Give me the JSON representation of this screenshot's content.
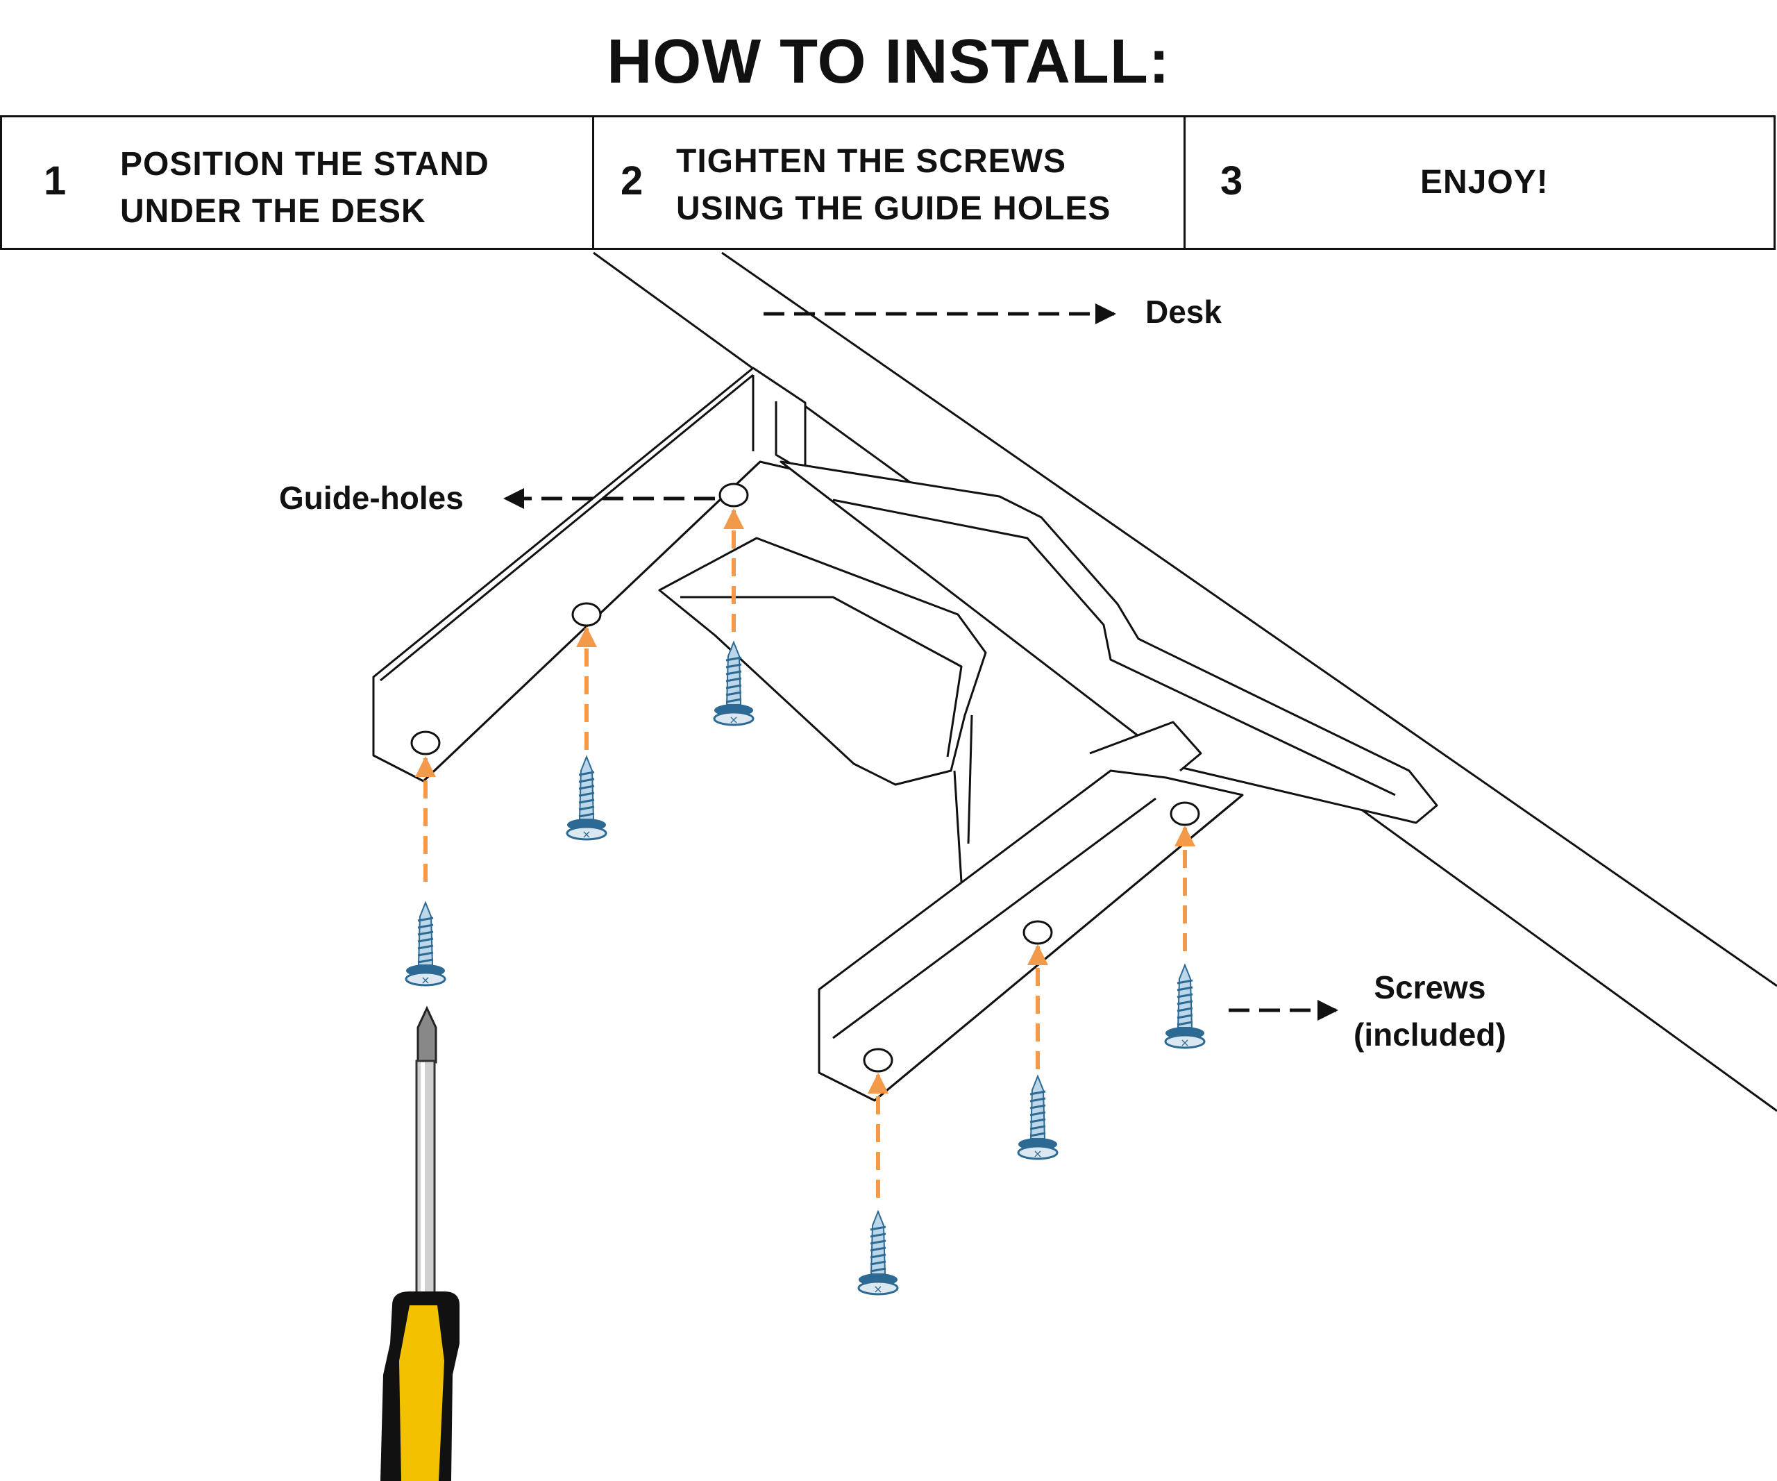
{
  "title": "HOW TO INSTALL:",
  "steps": [
    {
      "number": "1",
      "text": "POSITION THE STAND\nUNDER THE DESK"
    },
    {
      "number": "2",
      "text": "TIGHTEN THE SCREWS\nUSING THE GUIDE HOLES"
    },
    {
      "number": "3",
      "text": "ENJOY!"
    }
  ],
  "labels": {
    "desk": "Desk",
    "guide_holes": "Guide-holes",
    "screws": "Screws\n(included)"
  },
  "colors": {
    "line": "#111111",
    "arrow_orange": "#f29a4a",
    "screw_blue": "#2d6a93",
    "screwdriver_yellow": "#f2c200"
  }
}
